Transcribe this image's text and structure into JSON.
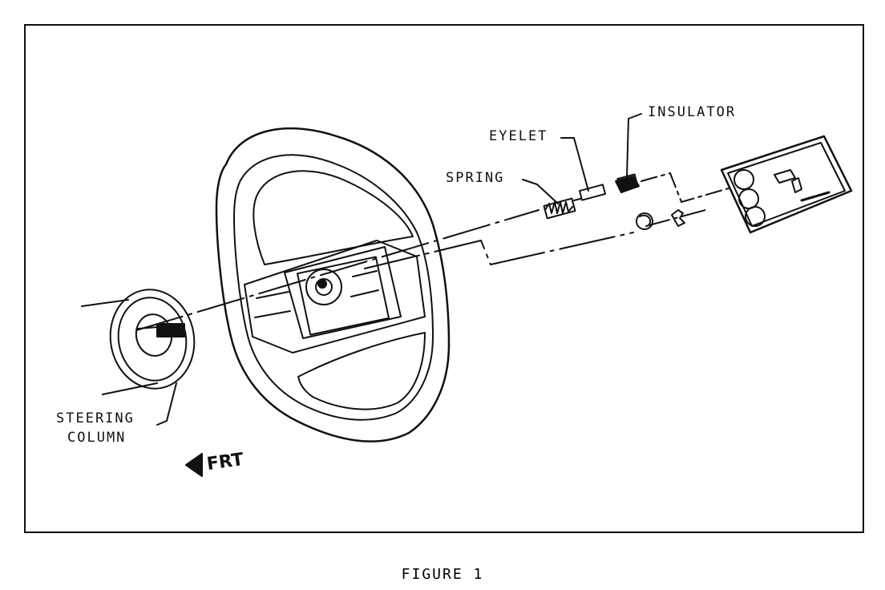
{
  "labels": {
    "insulator": "INSULATOR",
    "eyelet": "EYELET",
    "spring": "SPRING",
    "steering": "STEERING",
    "column": "COLUMN",
    "front": "FRT"
  },
  "caption": "FIGURE 1"
}
